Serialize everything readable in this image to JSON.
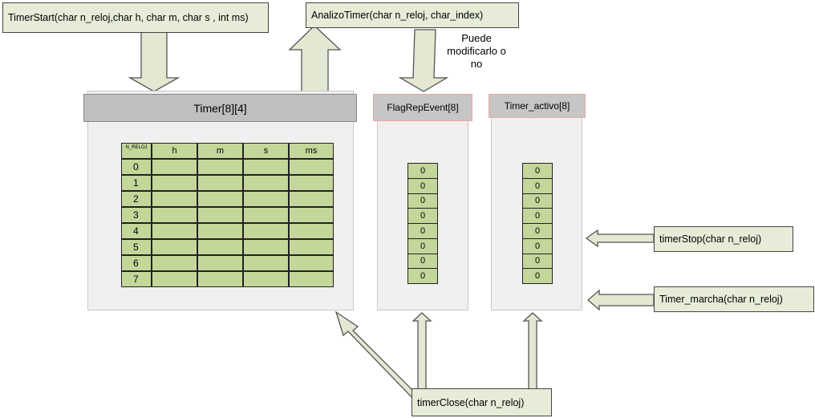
{
  "callouts": {
    "timer_start": "TimerStart(char n_reloj,char h, char m, char s , int ms)",
    "analizo_timer": "AnalizoTimer(char n_reloj, char_index)",
    "timer_stop": "timerStop(char n_reloj)",
    "timer_marcha": "Timer_marcha(char n_reloj)",
    "timer_close": "timerClose(char n_reloj)"
  },
  "note": [
    "Puede",
    "modificarlo o",
    "no"
  ],
  "timer_table": {
    "title": "Timer[8][4]",
    "corner": "N_RELOJ",
    "columns": [
      "h",
      "m",
      "s",
      "ms"
    ],
    "rows": [
      "0",
      "1",
      "2",
      "3",
      "4",
      "5",
      "6",
      "7"
    ]
  },
  "flag_rep_event": {
    "title": "FlagRepEvent[8]",
    "values": [
      "0",
      "0",
      "0",
      "0",
      "0",
      "0",
      "0",
      "0"
    ]
  },
  "timer_activo": {
    "title": "Timer_activo[8]",
    "values": [
      "0",
      "0",
      "0",
      "0",
      "0",
      "0",
      "0",
      "0"
    ]
  },
  "colors": {
    "cell_green": "#c4d79b",
    "callout_fill": "#e6ecd8",
    "panel_fill": "#f0f0f0",
    "header_fill": "#bfbfbf"
  }
}
